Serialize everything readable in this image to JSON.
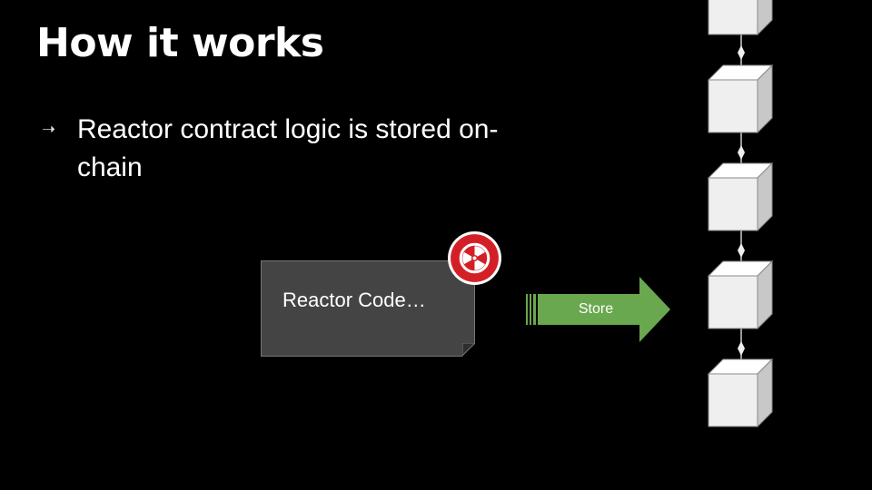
{
  "slide": {
    "title": "How it works",
    "bullet": "Reactor contract logic is stored on-chain",
    "bullet_marker": "➝"
  },
  "diagram": {
    "code_label": "Reactor Code…",
    "badge_icon": "radiation-icon",
    "arrow_label": "Store",
    "chain_blocks": 5,
    "colors": {
      "background": "#000000",
      "code_box": "#444444",
      "badge_red": "#d32027",
      "arrow_green": "#6aa84f",
      "block_face": "#efefef"
    }
  }
}
